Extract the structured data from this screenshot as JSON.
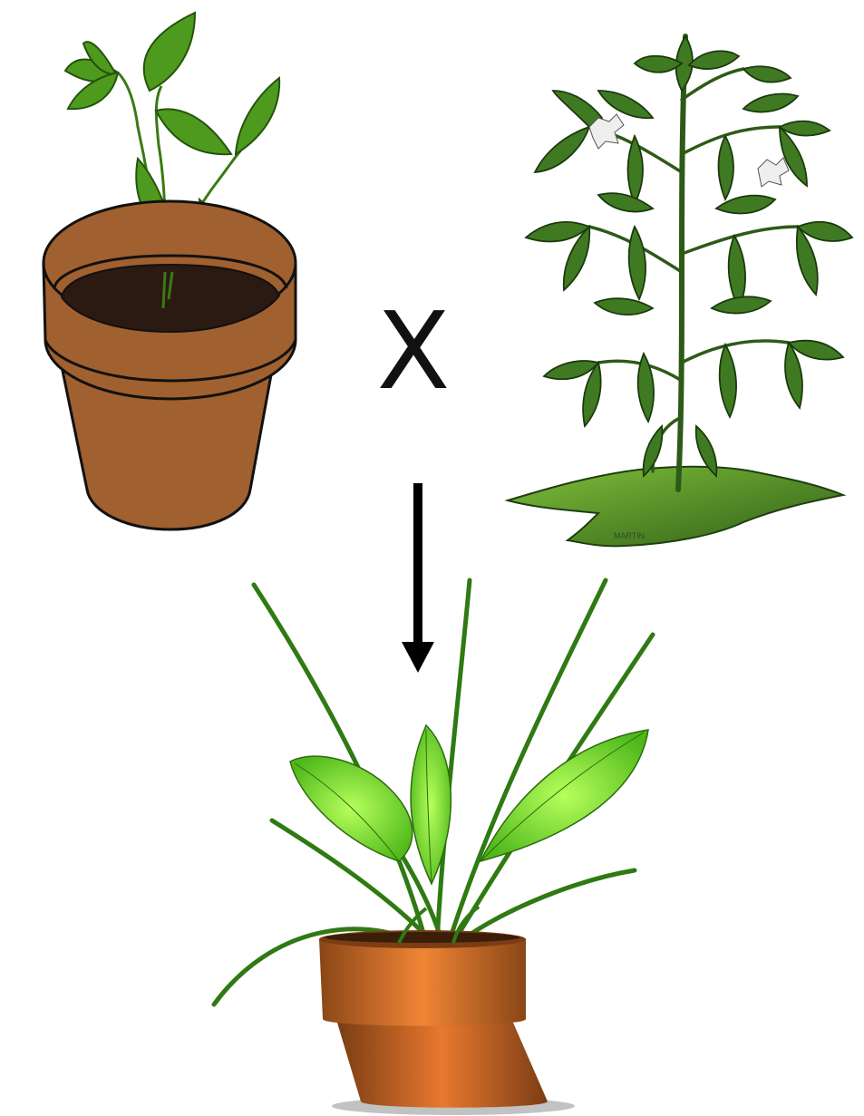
{
  "diagram": {
    "operator_symbol": "X",
    "plant_b_credit": "MARTIN",
    "icons": {
      "parent_a": "potted-seedling-icon",
      "parent_b": "leafy-flowering-plant-icon",
      "offspring": "potted-houseplant-icon",
      "cross": "cross-symbol",
      "arrow": "down-arrow-icon"
    },
    "colors": {
      "pot_a": "#a0602f",
      "soil": "#2a1a12",
      "seedling_leaf": "#4e9a1e",
      "plant_b_leaf": "#3f7a23",
      "plant_b_ground": "#5a9a2c",
      "pot_c": "#d9692a",
      "offspring_leaf": "#6dd62a",
      "offspring_blade": "#2f7a12",
      "arrow": "#000000"
    }
  }
}
